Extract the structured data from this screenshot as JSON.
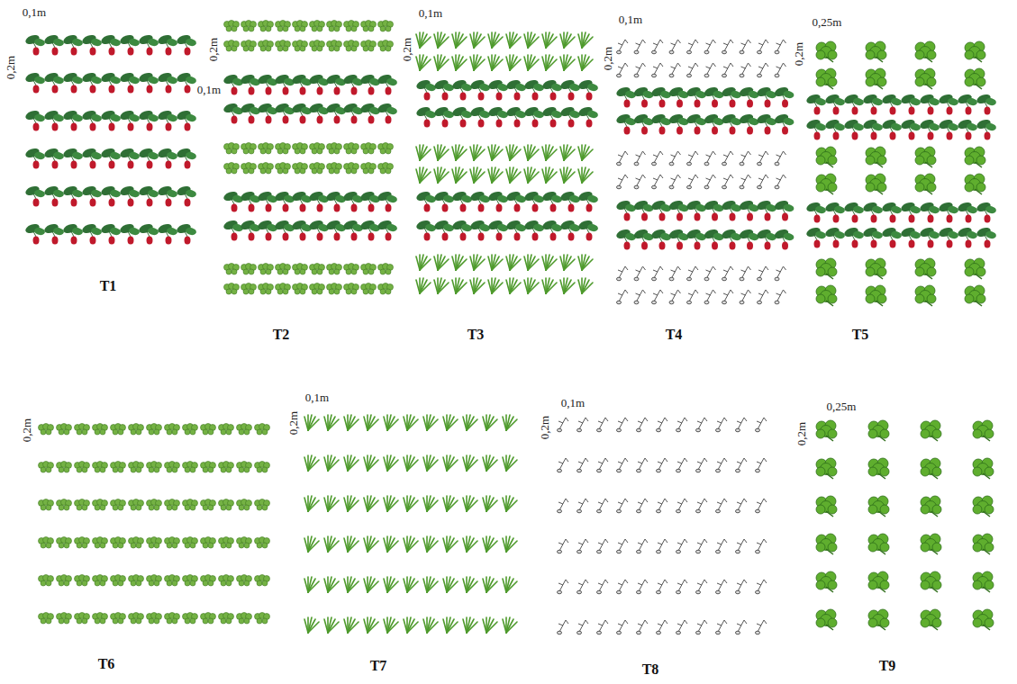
{
  "diagram": {
    "labels": [
      "0,1m",
      "0,2m",
      "T1",
      "0,2m",
      "0,1m",
      "T2",
      "0,1m",
      "0,2m",
      "T3",
      "0,1m",
      "0,2m",
      "T4",
      "0,25m",
      "0,2m",
      "T5",
      "0,2m",
      "T6",
      "0,1m",
      "0,2m",
      "T7",
      "0,1m",
      "0,2m",
      "T8",
      "0,25m",
      "0,2m",
      "T9"
    ]
  }
}
